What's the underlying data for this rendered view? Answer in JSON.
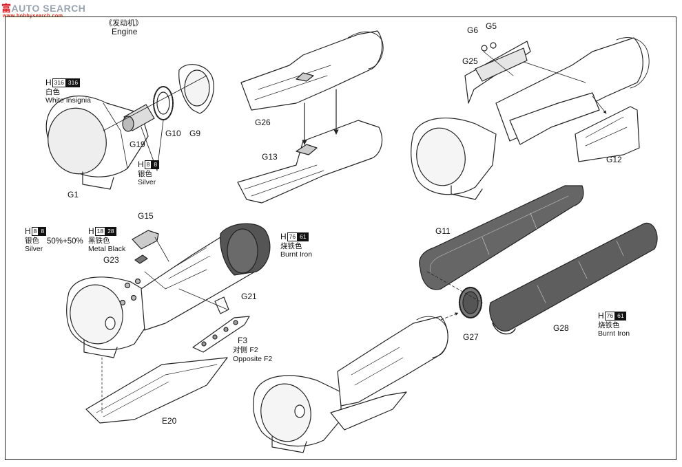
{
  "watermark": {
    "brand_cn": "富",
    "brand_text": "AUTO SEARCH",
    "url": "www.hobbysearch.com"
  },
  "title": {
    "cn": "《发动机》",
    "en": "Engine"
  },
  "parts": {
    "G1": "G1",
    "G19": "G19",
    "G10": "G10",
    "G9": "G9",
    "G26": "G26",
    "G13": "G13",
    "G6": "G6",
    "G5": "G5",
    "G25": "G25",
    "G12": "G12",
    "G15": "G15",
    "G23": "G23",
    "G21": "G21",
    "F3": "F3",
    "E20": "E20",
    "G11": "G11",
    "G27": "G27",
    "G28": "G28"
  },
  "notes": {
    "white": {
      "H": "H",
      "c1": "316",
      "c2": "316",
      "cn": "白色",
      "en": "White Insignia"
    },
    "silver_a": {
      "H": "H",
      "c1": "8",
      "c2": "8",
      "cn": "银色",
      "en": "Silver"
    },
    "silver_b": {
      "H": "H",
      "c1": "8",
      "c2": "8",
      "cn": "银色",
      "en": "Silver"
    },
    "metal_black": {
      "H": "H",
      "c1": "18",
      "c2": "28",
      "cn": "黑铁色",
      "en": "Metal  Black"
    },
    "mix": "50%+50%",
    "burnt_a": {
      "H": "H",
      "c1": "76",
      "c2": "61",
      "cn": "烧铁色",
      "en": "Burnt Iron"
    },
    "burnt_b": {
      "H": "H",
      "c1": "76",
      "c2": "61",
      "cn": "烧铁色",
      "en": "Burnt Iron"
    },
    "opposite": {
      "cn": "对侧",
      "part": "F2",
      "en": "Opposite F2"
    }
  }
}
